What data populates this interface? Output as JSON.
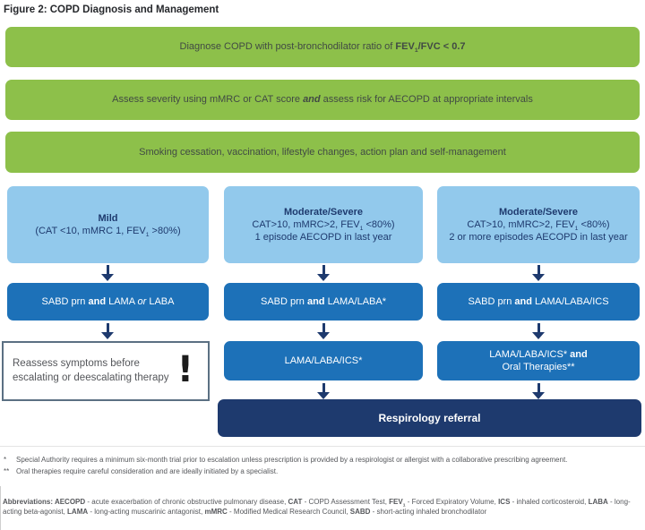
{
  "title": "Figure 2: COPD Diagnosis and Management",
  "colors": {
    "green": "#8dc04a",
    "light_blue": "#92c9ec",
    "blue": "#1d71b8",
    "navy": "#1e3a6e",
    "note_border": "#5b7083",
    "warning_icon": "#1c1c1c"
  },
  "banners": [
    {
      "segments": [
        {
          "t": "Diagnose COPD with post-bronchodilator ratio of "
        },
        {
          "t": "FEV",
          "b": true
        },
        {
          "t": "1",
          "b": true,
          "sub": true
        },
        {
          "t": "/FVC < 0.7",
          "b": true
        }
      ]
    },
    {
      "segments": [
        {
          "t": "Assess severity using mMRC or CAT score "
        },
        {
          "t": "and",
          "b": true,
          "i": true
        },
        {
          "t": " assess risk for AECOPD at appropriate intervals"
        }
      ]
    },
    {
      "segments": [
        {
          "t": "Smoking cessation, vaccination, lifestyle changes, action plan and self-management"
        }
      ]
    }
  ],
  "columns": [
    {
      "header": {
        "title": "Mild",
        "detail": [
          {
            "t": "(CAT <10, mMRC 1, FEV"
          },
          {
            "t": "1",
            "sub": true
          },
          {
            "t": " >80%)"
          }
        ]
      },
      "step1": [
        {
          "t": "SABD prn "
        },
        {
          "t": "and",
          "b": true
        },
        {
          "t": " LAMA "
        },
        {
          "t": "or",
          "i": true
        },
        {
          "t": " LABA"
        }
      ],
      "note": {
        "text": "Reassess symptoms before escalating or deescalating therapy",
        "icon": "!"
      }
    },
    {
      "header": {
        "title": "Moderate/Severe",
        "detail": [
          {
            "t": "CAT>10, mMRC>2, FEV"
          },
          {
            "t": "1",
            "sub": true
          },
          {
            "t": " <80%)\n1 episode AECOPD in last year"
          }
        ]
      },
      "step1": [
        {
          "t": "SABD prn "
        },
        {
          "t": "and",
          "b": true
        },
        {
          "t": " LAMA/LABA*"
        }
      ],
      "step2": [
        {
          "t": "LAMA/LABA/ICS*"
        }
      ]
    },
    {
      "header": {
        "title": "Moderate/Severe",
        "detail": [
          {
            "t": "CAT>10, mMRC>2, FEV"
          },
          {
            "t": "1",
            "sub": true
          },
          {
            "t": " <80%)\n2 or more episodes AECOPD in last year"
          }
        ]
      },
      "step1": [
        {
          "t": "SABD prn "
        },
        {
          "t": "and",
          "b": true
        },
        {
          "t": " LAMA/LABA/ICS"
        }
      ],
      "step2": [
        {
          "t": "LAMA/LABA/ICS* "
        },
        {
          "t": "and",
          "b": true
        },
        {
          "t": "\nOral Therapies**"
        }
      ]
    }
  ],
  "referral": {
    "label": "Respirology referral"
  },
  "footnotes": [
    {
      "marker": "*",
      "text": "Special Authority requires a minimum six-month trial prior to escalation unless prescription is provided by a respirologist or allergist with a collaborative prescribing agreement."
    },
    {
      "marker": "**",
      "text": "Oral therapies require careful consideration and are ideally initiated by a specialist."
    }
  ],
  "abbreviations": {
    "segments": [
      {
        "t": "Abbreviations: ",
        "b": true
      },
      {
        "t": "AECOPD",
        "b": true
      },
      {
        "t": " - acute exacerbation of chronic obstructive pulmonary disease, "
      },
      {
        "t": "CAT",
        "b": true
      },
      {
        "t": " - COPD Assessment Test, "
      },
      {
        "t": "FEV",
        "b": true
      },
      {
        "t": "1",
        "b": true,
        "sub": true
      },
      {
        "t": " - Forced Expiratory Volume, "
      },
      {
        "t": "ICS",
        "b": true
      },
      {
        "t": " - inhaled corticosteroid, "
      },
      {
        "t": "LABA",
        "b": true
      },
      {
        "t": " - long-acting beta-agonist, "
      },
      {
        "t": "LAMA",
        "b": true
      },
      {
        "t": " - long-acting muscarinic antagonist, "
      },
      {
        "t": "mMRC",
        "b": true
      },
      {
        "t": " - Modified Medical Research Council, "
      },
      {
        "t": "SABD",
        "b": true
      },
      {
        "t": " - short-acting inhaled bronchodilator"
      }
    ]
  }
}
